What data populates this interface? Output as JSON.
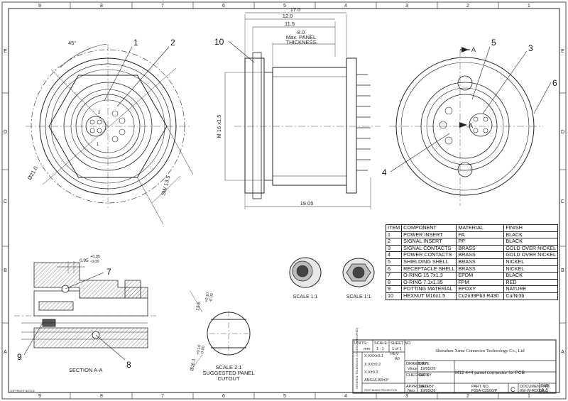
{
  "frame": {
    "columns": [
      "9",
      "8",
      "7",
      "6",
      "5",
      "4",
      "3",
      "2",
      "1"
    ],
    "rows": [
      "E",
      "D",
      "C",
      "B",
      "A"
    ]
  },
  "balloons": [
    "1",
    "2",
    "3",
    "4",
    "5",
    "6",
    "7",
    "8",
    "9",
    "10"
  ],
  "dimensions": {
    "d17": "17.0",
    "d12": "12.0",
    "d115": "11.5",
    "panel_thickness": "8.0",
    "panel_note_1": "Max. PANEL",
    "panel_note_2": "THICKNESS",
    "thread": "M 16 x1.5",
    "total": "19.05",
    "angle": "45°",
    "dia21": "Ø21.0",
    "sw": "SW 13.5",
    "section_tol": "0.95",
    "section_tol_plus": "+0.05",
    "section_tol_minus": "-0.00",
    "cutout_13": "13.6",
    "cutout_13_plus": "+0.10",
    "cutout_13_minus": "-0.00",
    "cutout_16": "Ø16.1",
    "cutout_16_plus": "+0.10",
    "cutout_16_minus": "-0.00"
  },
  "view_labels": {
    "arrow_a": "A",
    "arrow_a2": "A",
    "section": "SECTION A-A",
    "scale_21": "SCALE 2:1",
    "cutout_1": "SUGGESTED PANEL",
    "cutout_2": "CUTOUT",
    "scale_11_a": "SCALE 1:1",
    "scale_11_b": "SCALE 1:1"
  },
  "bom": {
    "header": [
      "ITEM",
      "COMPONENT",
      "MATERIAL",
      "FINISH"
    ],
    "rows": [
      [
        "1",
        "POWER INSERT",
        "PA",
        "BLACK"
      ],
      [
        "2",
        "SIGNAL INSERT",
        "PP",
        "BLACK"
      ],
      [
        "3",
        "SIGNAL CONTACTS",
        "BRASS",
        "GOLD OVER NICKEL"
      ],
      [
        "4",
        "POWER CONTACTS",
        "BRASS",
        "GOLD OVER NICKEL"
      ],
      [
        "5",
        "SHIELDING SHELL",
        "BRASS",
        "NICKEL"
      ],
      [
        "6",
        "RECEPTACLE SHELL",
        "BRASS",
        "NICKEL"
      ],
      [
        "7",
        "O-RING 15.7x1.3",
        "EPDM",
        "BLACK"
      ],
      [
        "8",
        "O-RING 7.1x1.35",
        "FPM",
        "RED"
      ],
      [
        "9",
        "POTTING MATERIAL",
        "EPOXY",
        "NATURE"
      ],
      [
        "10",
        "HEXNUT M16x1.5",
        "Cu2n39Pb3 R430",
        "Cu/Ni3b"
      ]
    ]
  },
  "title_block": {
    "units_label": "UNITS:",
    "units": "mm",
    "scale_label": "SCALE:",
    "scale": "1 : 1",
    "sheet_label": "SHEET NO.",
    "sheet": "1 of 1",
    "rev_label": "REV:",
    "rev": "A0",
    "company": "Shenzhen Xime Connector Technology Co., Ltd",
    "tol_side": "GENERAL TOLERANCE (UNLESS SPECIFIED)",
    "tol1": "X.XXX±0.1",
    "tol2": "X.XX±0.2",
    "tol3": "X.X±0.3",
    "tol4": "ANGULAR±3°",
    "drawn_label": "DRAWN BY",
    "drawn_by": "Vince",
    "date_label": "DATE",
    "drawn_date": "19/05/26",
    "checked_label": "CHECKED BY",
    "checked_date_label": "DATE",
    "approved_label": "APPROVED BY",
    "approved_by": "Neo",
    "approved_date_label": "DATE",
    "approved_date": "19/05/26",
    "title": "M12 4+4 panel connector for PCB",
    "part_label": "PART NO.",
    "part_no": "F05A-C2500/P",
    "size_letter": "C",
    "doc_label": "DOCUMENT NO.",
    "doc_no": "XM-W-RD002",
    "size_label": "SIZE",
    "size": "A4",
    "projection": "FIRST ANGLE PROJECTION"
  },
  "corner_note": "COPYRIGHT NOTICE"
}
